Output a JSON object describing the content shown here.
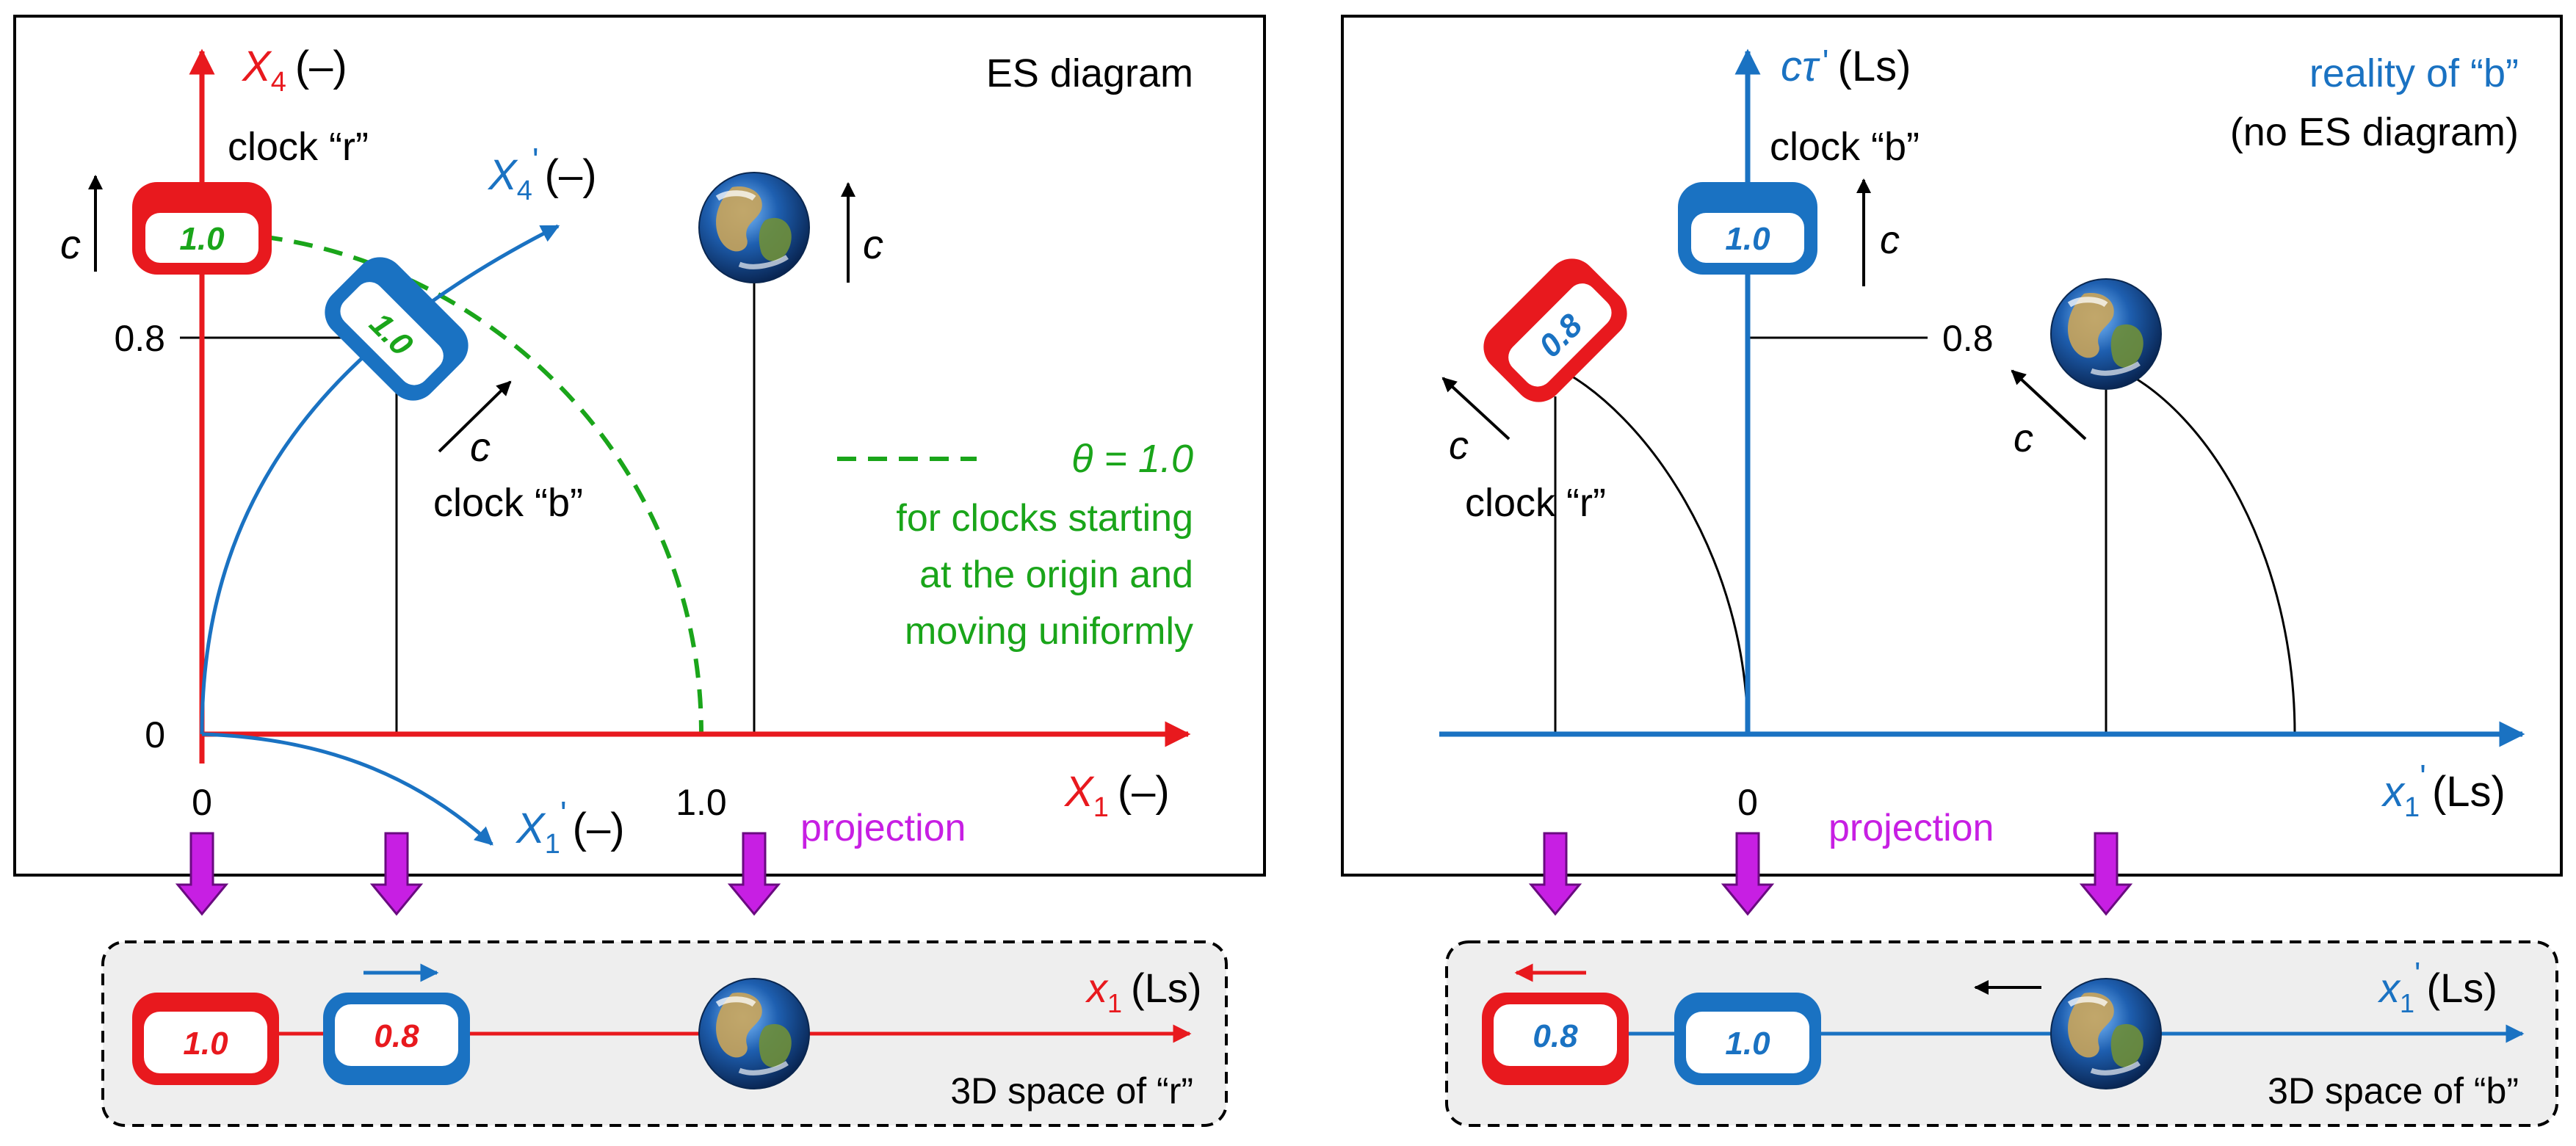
{
  "colors": {
    "red": "#e8191e",
    "blue": "#1a72c2",
    "green": "#1aa51a",
    "magenta": "#c71fe3",
    "black": "#000000",
    "panel_bg": "#eeeeee"
  },
  "left": {
    "title": "ES diagram",
    "axis_x4": {
      "sym": "X",
      "sub": "4",
      "unit": "(–)"
    },
    "axis_x4p": {
      "sym": "X",
      "sub": "4",
      "prime": "'",
      "unit": "(–)"
    },
    "axis_x1": {
      "sym": "X",
      "sub": "1",
      "unit": "(–)"
    },
    "axis_x1p": {
      "sym": "X",
      "sub": "1",
      "prime": "'",
      "unit": "(–)"
    },
    "tick_08": "0.8",
    "tick_0_y": "0",
    "tick_0_x": "0",
    "tick_10": "1.0",
    "clock_r_label": "clock “r”",
    "clock_b_label": "clock “b”",
    "c_label": "c",
    "clock_r_display": "1.0",
    "clock_b_display": "1.0",
    "theta_legend": "θ = 1.0",
    "theta_desc": [
      "for clocks starting",
      "at the origin and",
      "moving uniformly"
    ],
    "projection": "projection"
  },
  "right": {
    "title_line1": "reality of “b”",
    "title_line2": "(no ES diagram)",
    "axis_ctau": {
      "sym": "cτ",
      "prime": "'",
      "unit": "(Ls)"
    },
    "axis_x1p": {
      "sym": "x",
      "sub": "1",
      "prime": "'",
      "unit": "(Ls)"
    },
    "tick_08": "0.8",
    "tick_0": "0",
    "clock_b_label": "clock “b”",
    "clock_r_label": "clock “r”",
    "c_label": "c",
    "clock_b_display": "1.0",
    "clock_r_display": "0.8",
    "projection": "projection"
  },
  "bottom_left": {
    "axis": {
      "sym": "x",
      "sub": "1",
      "unit": "(Ls)"
    },
    "label": "3D space of “r”",
    "clock_r_display": "1.0",
    "clock_b_display": "0.8"
  },
  "bottom_right": {
    "axis": {
      "sym": "x",
      "sub": "1",
      "prime": "'",
      "unit": "(Ls)"
    },
    "label": "3D space of “b”",
    "clock_r_display": "0.8",
    "clock_b_display": "1.0"
  }
}
